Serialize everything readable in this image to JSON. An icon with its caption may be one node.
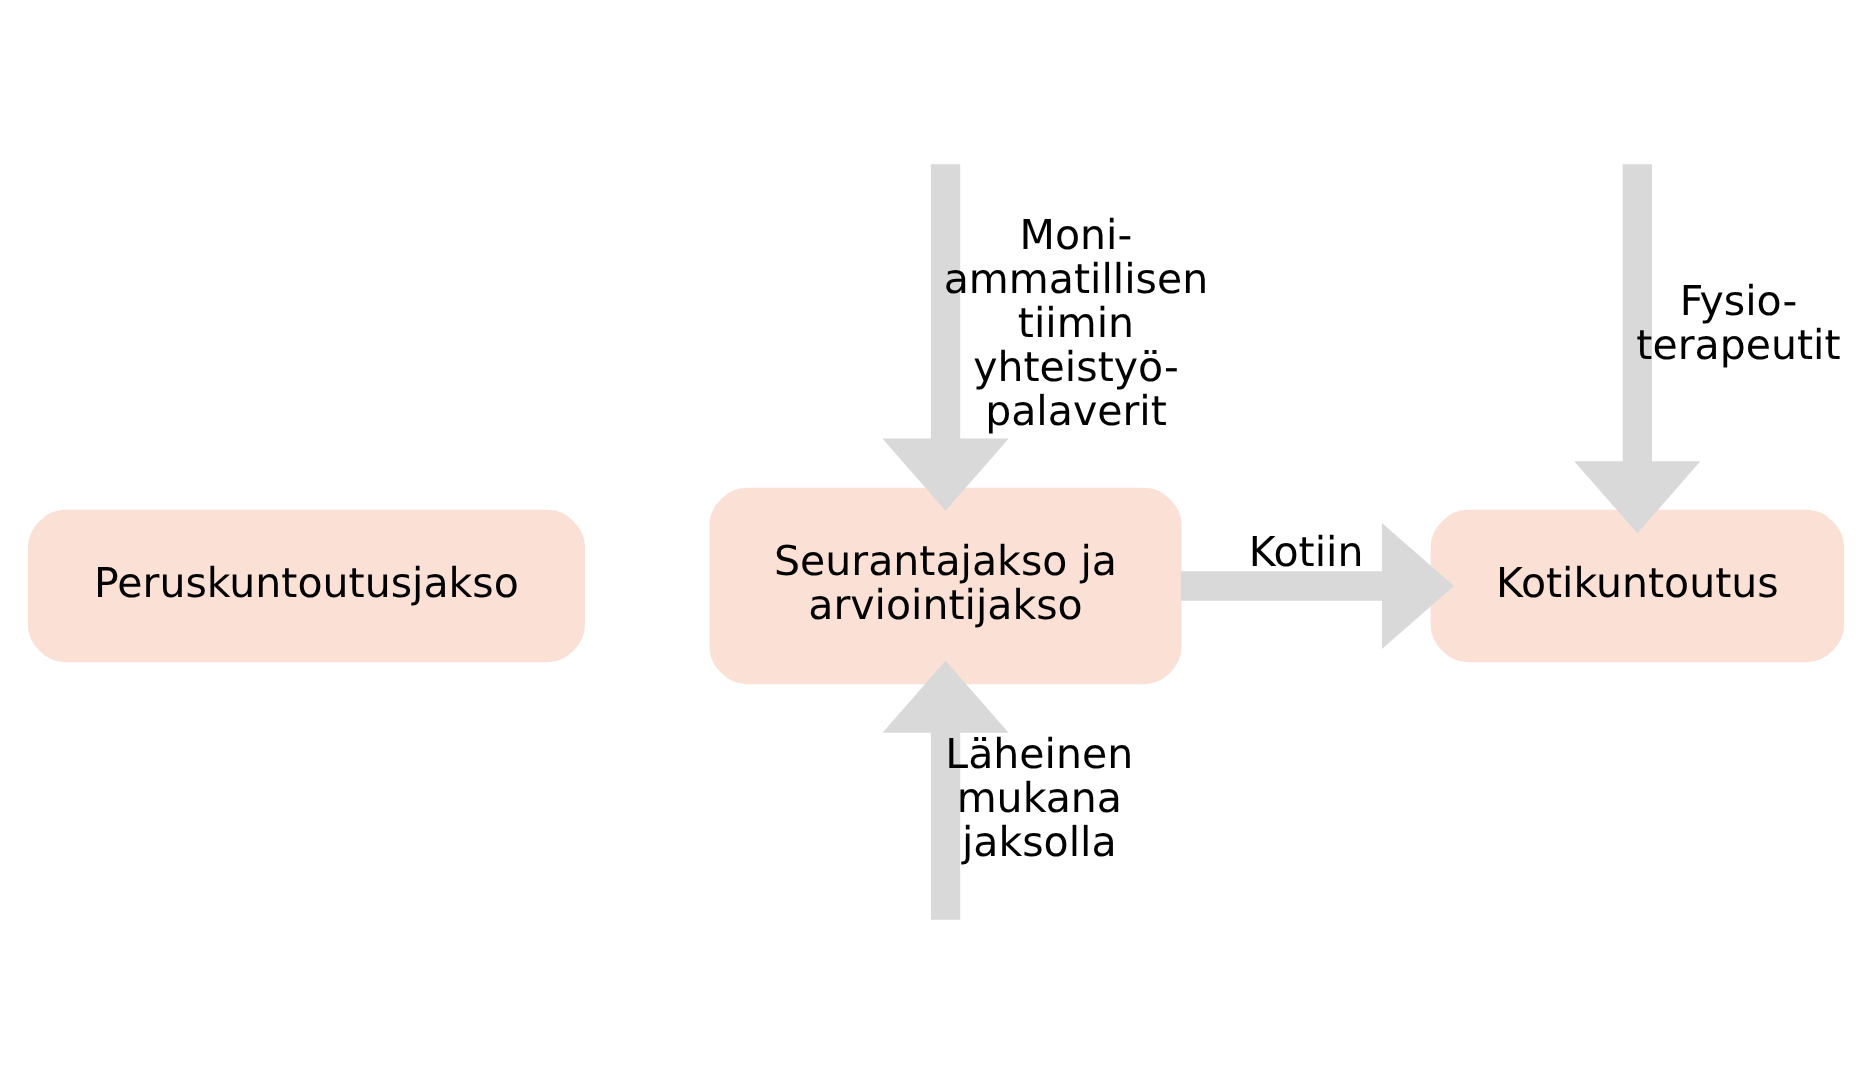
{
  "diagram": {
    "nodes": [
      {
        "text": [
          "Peruskuntoutusjakso"
        ]
      },
      {
        "text": [
          "Seurantajakso ja arviointijakso"
        ]
      },
      {
        "text": [
          "Kotikuntoutus"
        ]
      }
    ],
    "edges": [
      {
        "from": 1,
        "to": 2,
        "arrow": "to",
        "label": "Kotiin"
      },
      {
        "from": null,
        "to": 1,
        "arrow": "to",
        "label": "Moni- ammatillisen tiimin yhteistyö- palaverit"
      },
      {
        "from": null,
        "to": 2,
        "arrow": "to",
        "label": "Fysio- terapeutit"
      },
      {
        "from": null,
        "to": 1,
        "arrow": "to",
        "label": "Läheinen mukana jaksolla"
      }
    ]
  }
}
